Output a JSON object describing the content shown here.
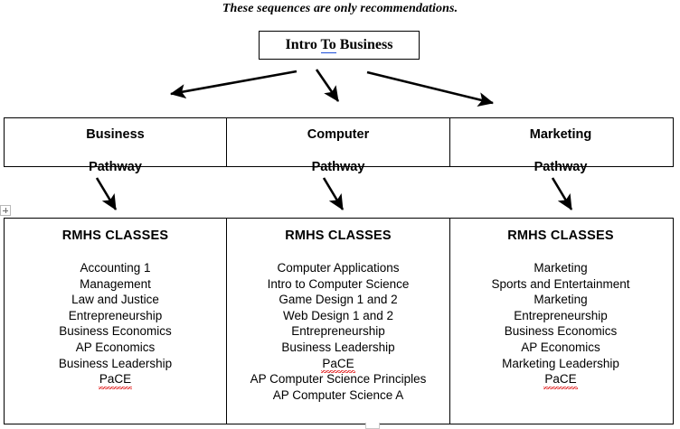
{
  "diagram": {
    "title": "These sequences are only recommendations.",
    "root": {
      "label_before": "Intro ",
      "label_underlined": "To",
      "label_after": " Business",
      "full_label": "Intro To Business",
      "underline_color": "#1f4fd8"
    },
    "pathways": [
      {
        "name": "Business Pathway",
        "line1": "Business",
        "line2": "Pathway"
      },
      {
        "name": "Computer Pathway",
        "line1": "Computer",
        "line2": "Pathway"
      },
      {
        "name": "Marketing Pathway",
        "line1": "Marketing",
        "line2": "Pathway"
      }
    ],
    "classes_header": "RMHS CLASSES",
    "columns": [
      {
        "pathway": "Business Pathway",
        "header": "RMHS CLASSES",
        "items": [
          "Accounting 1",
          "Management",
          "Law and Justice",
          "Entrepreneurship",
          "Business Economics",
          "AP Economics",
          "Business Leadership",
          "PaCE"
        ],
        "misspelled_items": [
          "PaCE"
        ]
      },
      {
        "pathway": "Computer Pathway",
        "header": "RMHS CLASSES",
        "items": [
          "Computer Applications",
          "Intro to Computer Science",
          "Game Design 1 and 2",
          "Web Design 1 and 2",
          "Entrepreneurship",
          "Business Leadership",
          "PaCE",
          "AP Computer Science Principles",
          "AP Computer Science A"
        ],
        "misspelled_items": [
          "PaCE"
        ]
      },
      {
        "pathway": "Marketing Pathway",
        "header": "RMHS CLASSES",
        "items": [
          "Marketing",
          "Sports and Entertainment",
          "Marketing",
          "Entrepreneurship",
          "Business Economics",
          "AP Economics",
          "Marketing Leadership",
          "PaCE"
        ],
        "misspelled_items": [
          "PaCE"
        ]
      }
    ],
    "arrows": {
      "from_root": [
        {
          "name": "arrow-to-business-pathway",
          "direction": "down-left"
        },
        {
          "name": "arrow-to-computer-pathway",
          "direction": "down"
        },
        {
          "name": "arrow-to-marketing-pathway",
          "direction": "down-right"
        }
      ],
      "to_classes": [
        {
          "name": "arrow-business-to-classes",
          "direction": "down-right"
        },
        {
          "name": "arrow-computer-to-classes",
          "direction": "down-right"
        },
        {
          "name": "arrow-marketing-to-classes",
          "direction": "down-right"
        }
      ]
    },
    "colors": {
      "border": "#000000",
      "text": "#000000",
      "background": "#ffffff",
      "spellcheck_red": "#e01b1b",
      "grammar_blue": "#1f4fd8"
    },
    "handles": {
      "table_move_handle": "+"
    }
  }
}
